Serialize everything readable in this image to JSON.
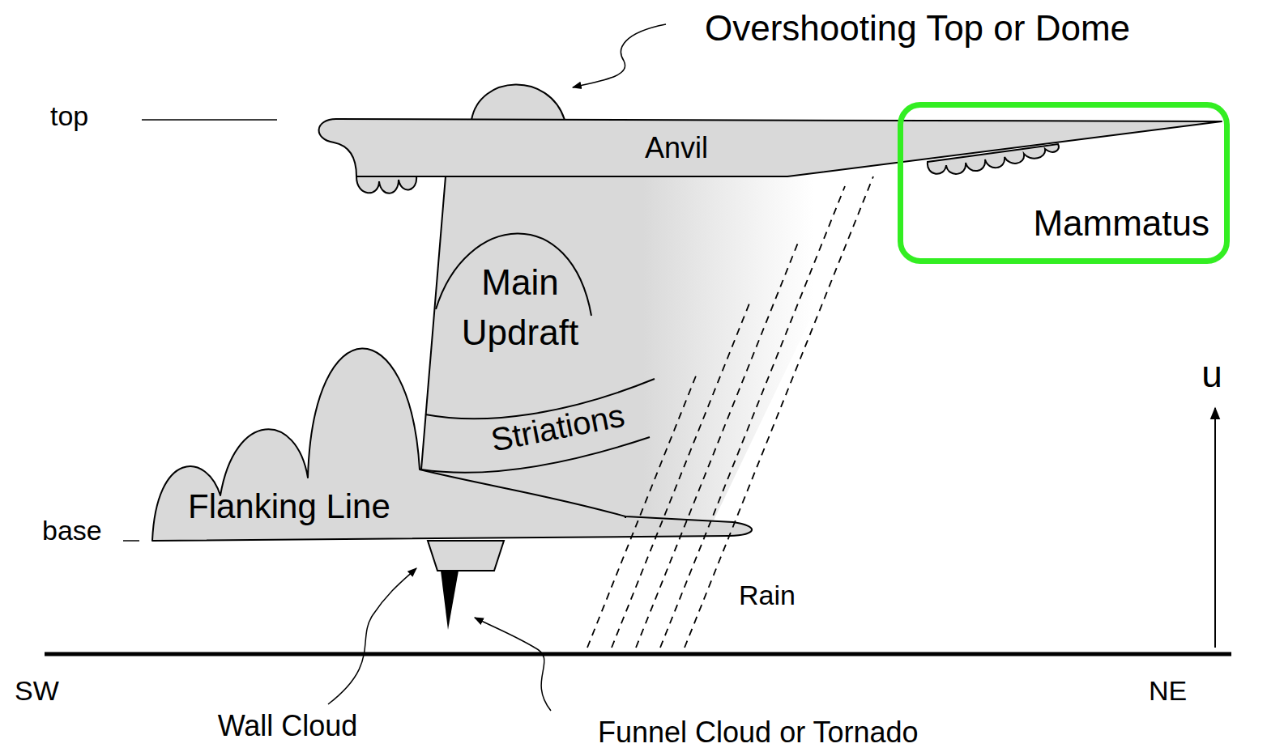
{
  "diagram": {
    "nodes": [
      {
        "text": [
          "Mammatus"
        ]
      }
    ],
    "labels": [
      "Overshooting Top or Dome",
      "top",
      "Anvil",
      "Main Updraft",
      "u",
      "Striations",
      "Flanking Line",
      "base",
      "Rain",
      "SW",
      "NE",
      "Wall Cloud",
      "Funnel Cloud or Tornado"
    ]
  }
}
